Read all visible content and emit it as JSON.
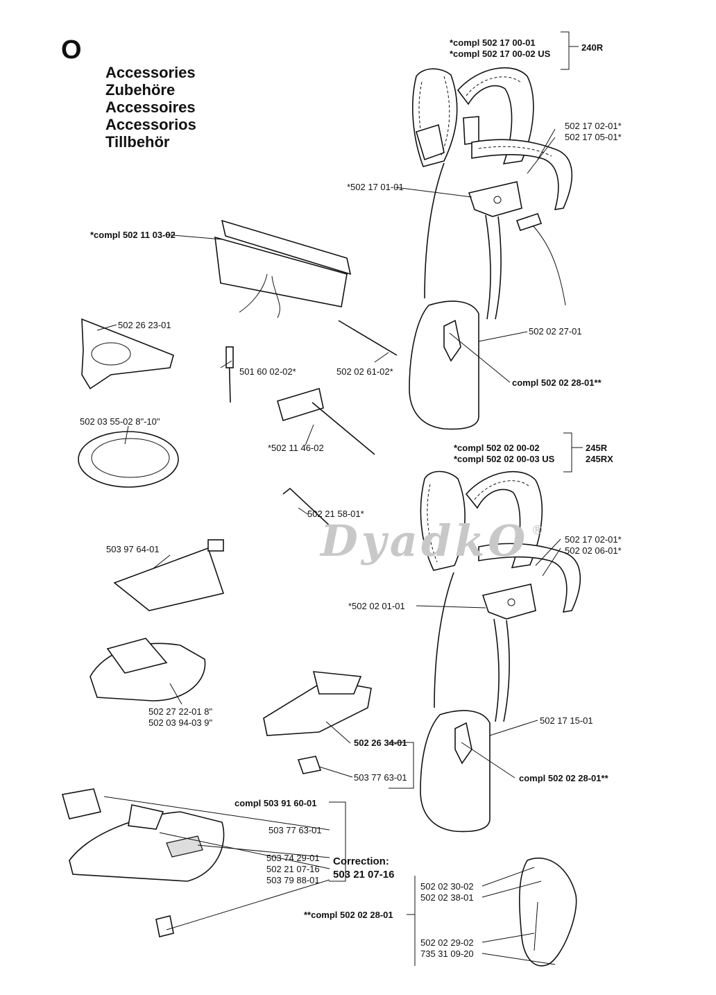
{
  "header": {
    "section_letter": "O",
    "titles": [
      "Accessories",
      "Zubehöre",
      "Accessoires",
      "Accessorios",
      "Tillbehör"
    ]
  },
  "watermark": {
    "text": "DyadkO",
    "mark": "®"
  },
  "harness_240": {
    "compl": [
      "*compl 502 17 00-01",
      "*compl 502 17 00-02 US"
    ],
    "model": "240R",
    "parts": [
      "502 17 02-01*",
      "502 17 05-01*",
      "*502 17 01-01",
      "502 02 27-01",
      "compl 502 02 28-01**"
    ]
  },
  "harness_245": {
    "compl": [
      "*compl 502 02 00-02",
      "*compl 502 02 00-03 US"
    ],
    "models": [
      "245R",
      "245RX"
    ],
    "parts": [
      "502 17 02-01*",
      "502 02 06-01*",
      "*502 02 01-01",
      "502 17 15-01",
      "compl 502 02 28-01**"
    ]
  },
  "tool_bag": "*compl 502 11 03-02",
  "small_parts": {
    "deflector": "502 26 23-01",
    "punch": "501 60 02-02*",
    "rod": "502 02 61-02*",
    "guard_ring": "502 03 55-02 8\"-10\"",
    "wrench": "*502 11 46-02",
    "hex_key": "502 21 58-01*",
    "grease": "503 97 64-01",
    "guard_small": [
      "502 27 22-01 8\"",
      "502 03 94-03 9\""
    ],
    "guard_mid": [
      "502 26 34-01",
      "503 77 63-01"
    ]
  },
  "guard_large": {
    "compl": "compl 503 91 60-01",
    "parts": [
      "503 77 63-01",
      "503 74 29-01",
      "502 21 07-16",
      "503 79 88-01"
    ],
    "correction": [
      "Correction:",
      "503 21 07-16"
    ]
  },
  "hook": {
    "compl": "**compl 502 02 28-01",
    "parts": [
      "502 02 30-02",
      "502 02 38-01",
      "502 02 29-02",
      "735 31 09-20"
    ]
  }
}
